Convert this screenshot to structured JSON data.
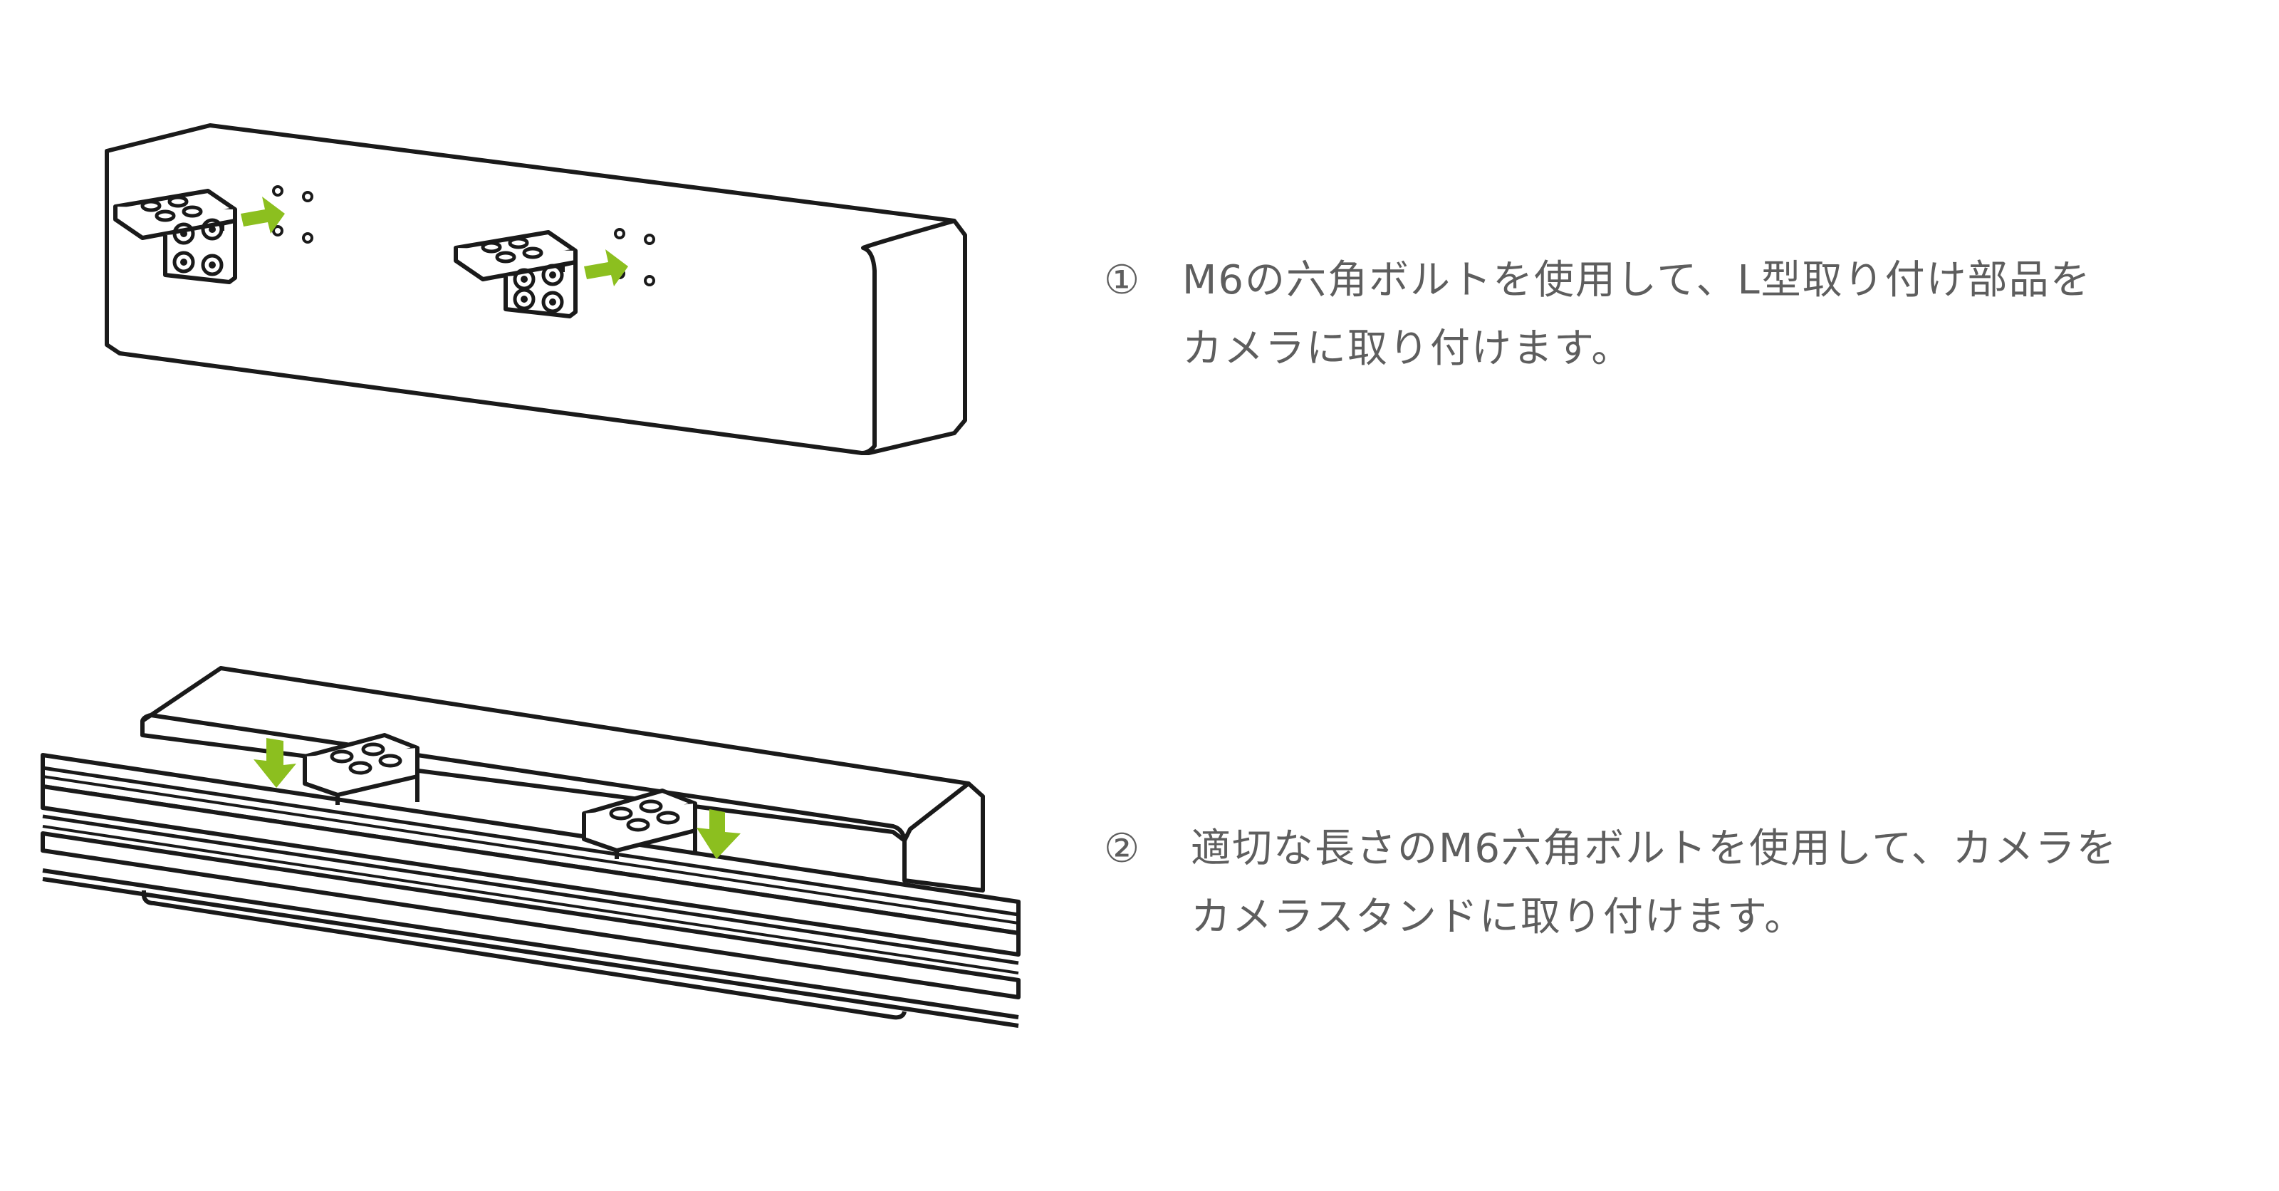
{
  "colors": {
    "line": "#1a1a1a",
    "accent": "#8cbf1f",
    "text": "#5e5e5e",
    "background": "#ffffff"
  },
  "steps": [
    {
      "number": "①",
      "lines": [
        "M6の六角ボルトを使用して、L型取り付け部品を",
        "カメラに取り付けます。"
      ]
    },
    {
      "number": "②",
      "lines": [
        "適切な長さのM6六角ボルトを使用して、カメラを",
        "カメラスタンドに取り付けます。"
      ]
    }
  ],
  "icons": [
    "arrow-icon"
  ]
}
